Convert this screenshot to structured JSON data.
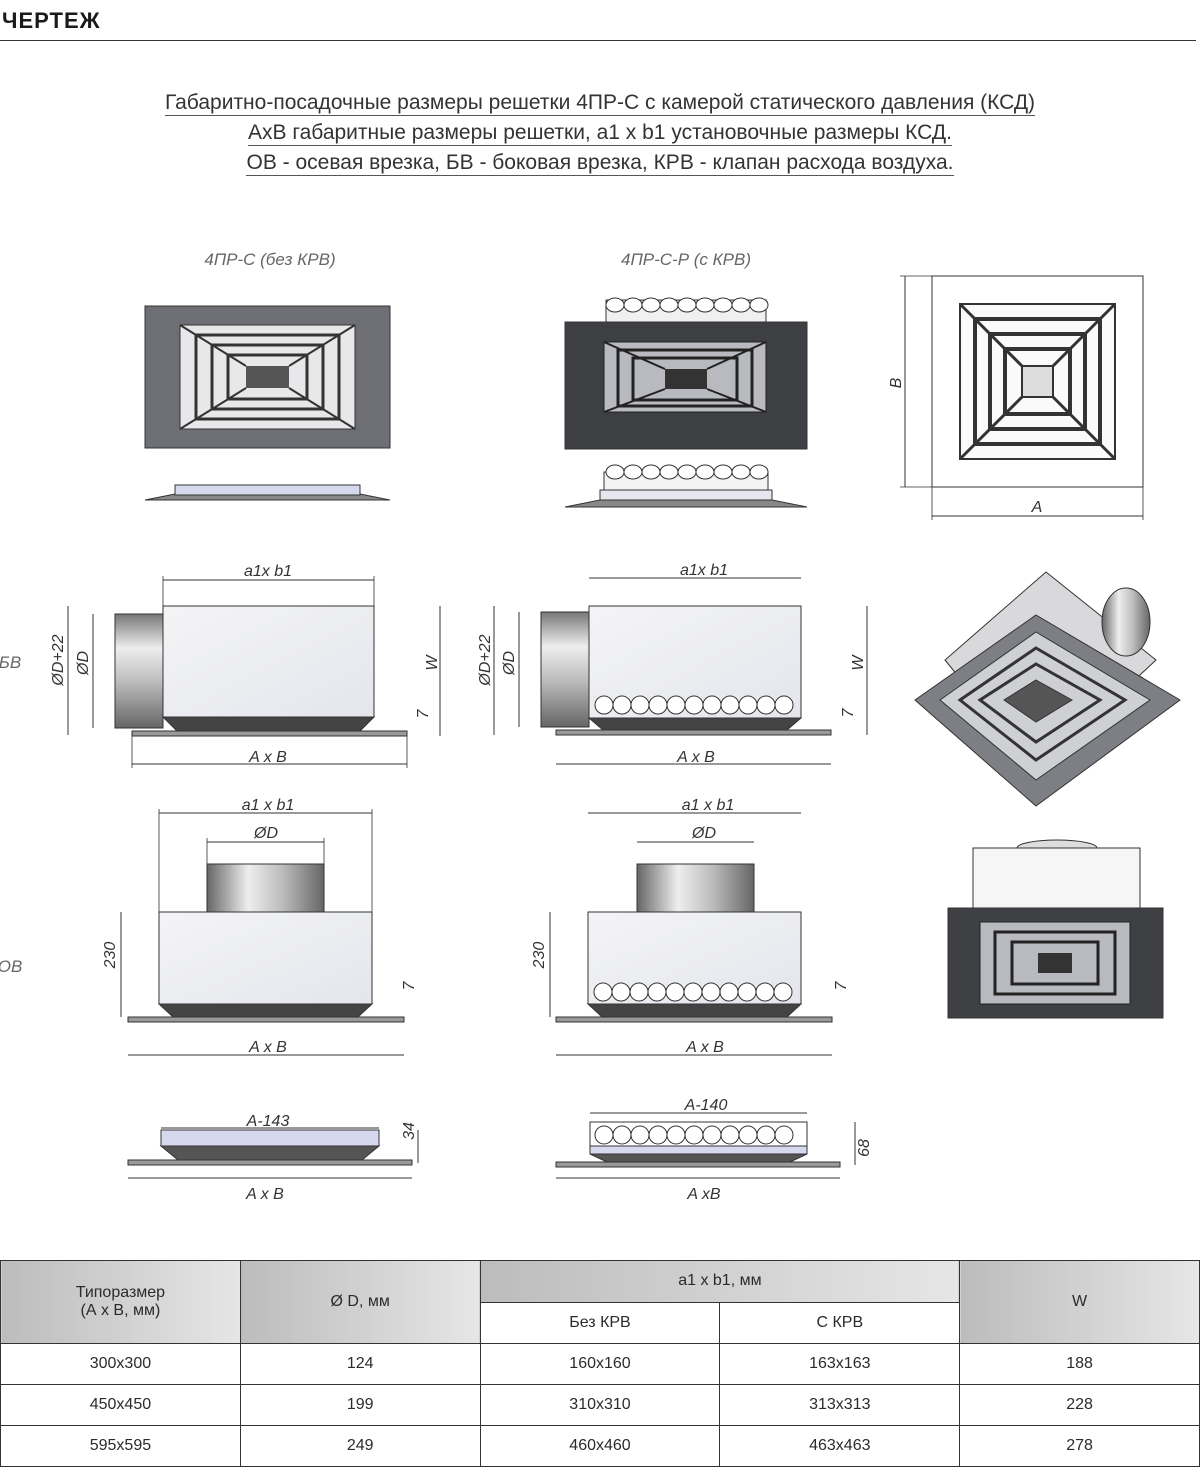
{
  "header": {
    "title": "ЧЕРТЕЖ"
  },
  "captions": [
    "Габаритно-посадочные размеры решетки 4ПР-С с камерой статического давления (КСД)",
    "AxB габаритные размеры решетки, a1 x b1 установочные размеры КСД.",
    "ОВ - осевая врезка, БВ - боковая врезка, КРВ - клапан расхода воздуха."
  ],
  "drawing": {
    "view_without_krv": "4ПР-С (без КРВ)",
    "view_with_krv": "4ПР-С-Р (с КРВ)",
    "side_bv": "БВ",
    "side_ov": "ОВ",
    "dim_a": "A",
    "dim_b": "B",
    "dim_a1b1_side": "a1x b1",
    "dim_a1b1_axial": "a1 x b1",
    "dim_d22": "ØD+22",
    "dim_d": "ØD",
    "dim_w": "W",
    "dim_7": "7",
    "dim_ab": "A x B",
    "dim_ab_alt": "A xB",
    "dim_230": "230",
    "dim_a143": "A-143",
    "dim_34": "34",
    "dim_a140": "A-140",
    "dim_68": "68"
  },
  "table": {
    "headers": {
      "size": "Типоразмер\n(А х В, мм)",
      "diameter": "Ø D, мм",
      "a1b1": "a1 x b1, мм",
      "no_krv": "Без КРВ",
      "with_krv": "С КРВ",
      "w": "W"
    },
    "rows": [
      {
        "size": "300х300",
        "d": "124",
        "no_krv": "160х160",
        "with_krv": "163х163",
        "w": "188"
      },
      {
        "size": "450х450",
        "d": "199",
        "no_krv": "310х310",
        "with_krv": "313х313",
        "w": "228"
      },
      {
        "size": "595х595",
        "d": "249",
        "no_krv": "460х460",
        "with_krv": "463х463",
        "w": "278"
      }
    ]
  }
}
